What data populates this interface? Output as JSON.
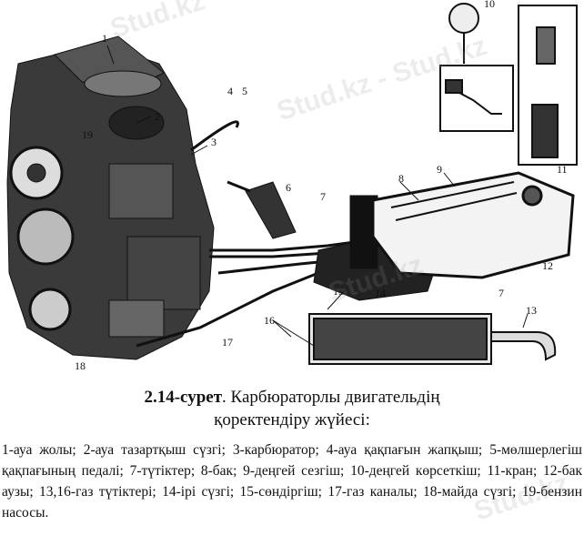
{
  "figure": {
    "callouts": [
      "1",
      "2",
      "3",
      "4",
      "5",
      "6",
      "7",
      "8",
      "9",
      "10",
      "11",
      "12",
      "13",
      "14",
      "15",
      "16",
      "17",
      "18",
      "19",
      "7"
    ]
  },
  "caption": {
    "number": "2.14-сурет",
    "title_line1": ". Карбюраторлы двигательдің",
    "title_line2": "қоректендіру жүйесі:"
  },
  "legend_text": "1-ауа жолы; 2-ауа тазартқыш сүзгі; 3-карбюратор; 4-ауа қақпағын жапқыш; 5-мөлшерлегіш қақпағының педалі; 7-түтіктер; 8-бак; 9-деңгей сезгіш; 10-деңгей көрсеткіш; 11-кран; 12-бак аузы; 13,16-газ түтіктері; 14-ірі сүзгі; 15-сөндіргіш; 17-газ каналы; 18-майда сүзгі; 19-бензин насосы.",
  "watermarks": [
    "Stud.kz - Stud.kz",
    "Stud.kz",
    "Stud.kz",
    "Stud.kz"
  ],
  "colors": {
    "ink": "#111111",
    "paper": "#ffffff"
  }
}
